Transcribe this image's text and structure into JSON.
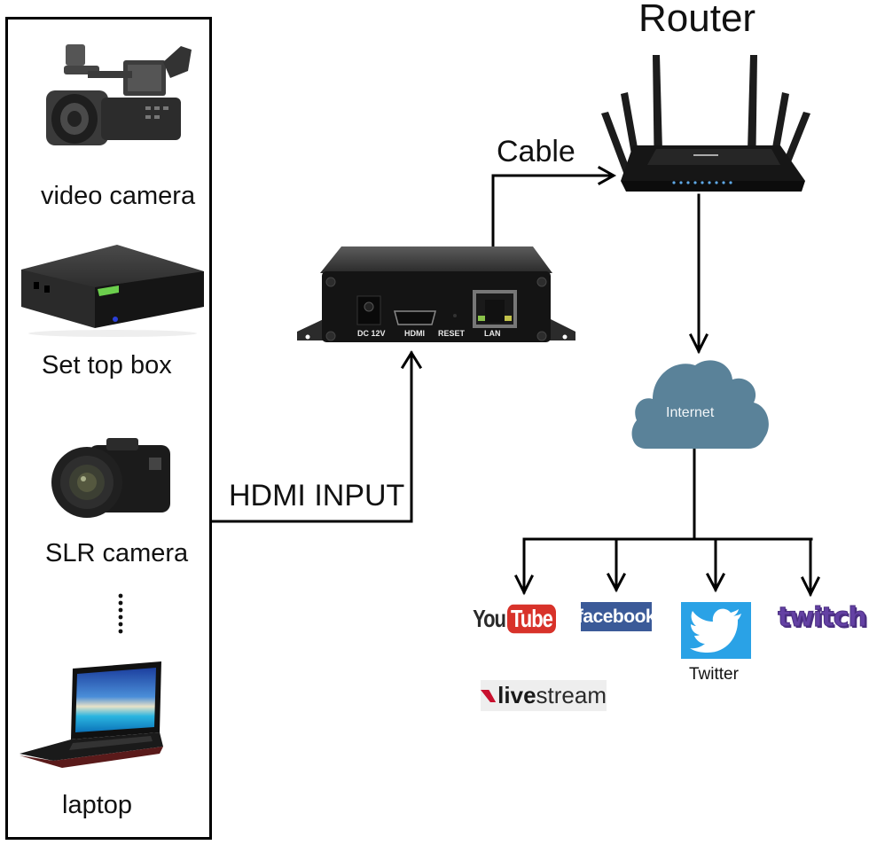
{
  "diagram": {
    "title": "HDMI encoder live streaming topology",
    "sources": [
      {
        "label": "video camera",
        "icon": "video-camera-icon"
      },
      {
        "label": "Set top box",
        "icon": "set-top-box-icon"
      },
      {
        "label": "SLR camera",
        "icon": "slr-camera-icon"
      },
      {
        "label": "......",
        "icon": "ellipsis-vertical-icon"
      },
      {
        "label": "laptop",
        "icon": "laptop-icon"
      }
    ],
    "connections": {
      "hdmi_input": "HDMI INPUT",
      "cable": "Cable"
    },
    "encoder": {
      "ports": [
        "DC 12V",
        "HDMI",
        "RESET",
        "LAN"
      ]
    },
    "router": {
      "label": "Router"
    },
    "cloud": {
      "label": "Internet",
      "color": "#5a8299"
    },
    "platforms": [
      {
        "name": "YouTube",
        "logo_part1": "You",
        "logo_part2": "Tube",
        "color": "#d8322a"
      },
      {
        "name": "facebook",
        "logo_text": "facebook",
        "color": "#3b5a98"
      },
      {
        "name": "Twitter",
        "caption": "Twitter",
        "color": "#2aa2e6"
      },
      {
        "name": "twitch",
        "logo_text": "twitch",
        "color": "#6441a4"
      },
      {
        "name": "livestream",
        "logo_part1": "live",
        "logo_part2": "stream",
        "color": "#c8102e"
      }
    ]
  }
}
